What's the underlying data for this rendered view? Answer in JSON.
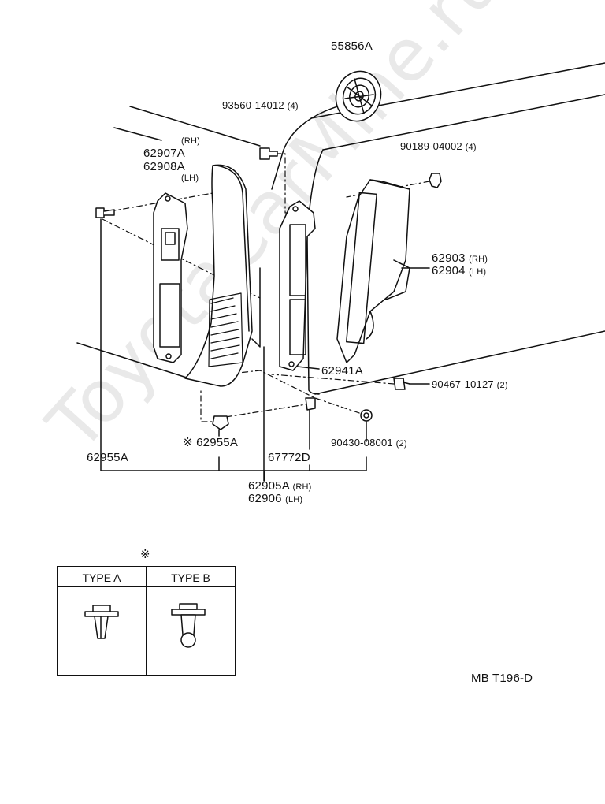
{
  "watermark": "ToyotaCarMine.ru",
  "labels": {
    "p55856A": "55856A",
    "p93560": "93560-14012",
    "p93560_qty": "(4)",
    "rh1": "(RH)",
    "p62907A": "62907A",
    "p62908A": "62908A",
    "lh1": "(LH)",
    "p90189": "90189-04002",
    "p90189_qty": "(4)",
    "p62903": "62903",
    "rh2": "(RH)",
    "p62904": "62904",
    "lh2": "(LH)",
    "p62941A": "62941A",
    "p90467": "90467-10127",
    "p90467_qty": "(2)",
    "p62955A_mark": "※ 62955A",
    "p62955A": "62955A",
    "p67772D": "67772D",
    "p90430": "90430-08001",
    "p90430_qty": "(2)",
    "p62905A": "62905A",
    "rh3": "(RH)",
    "p62906": "62906",
    "lh3": "(LH)"
  },
  "legend": {
    "mark": "※",
    "type_a": "TYPE A",
    "type_b": "TYPE B"
  },
  "code": "MB T196-D"
}
